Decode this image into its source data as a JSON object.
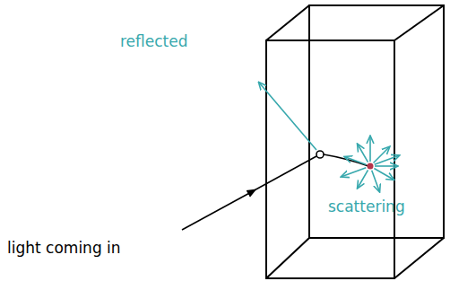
{
  "diagram": {
    "labels": [
      "reflected",
      "scattering",
      "light coming in"
    ]
  }
}
